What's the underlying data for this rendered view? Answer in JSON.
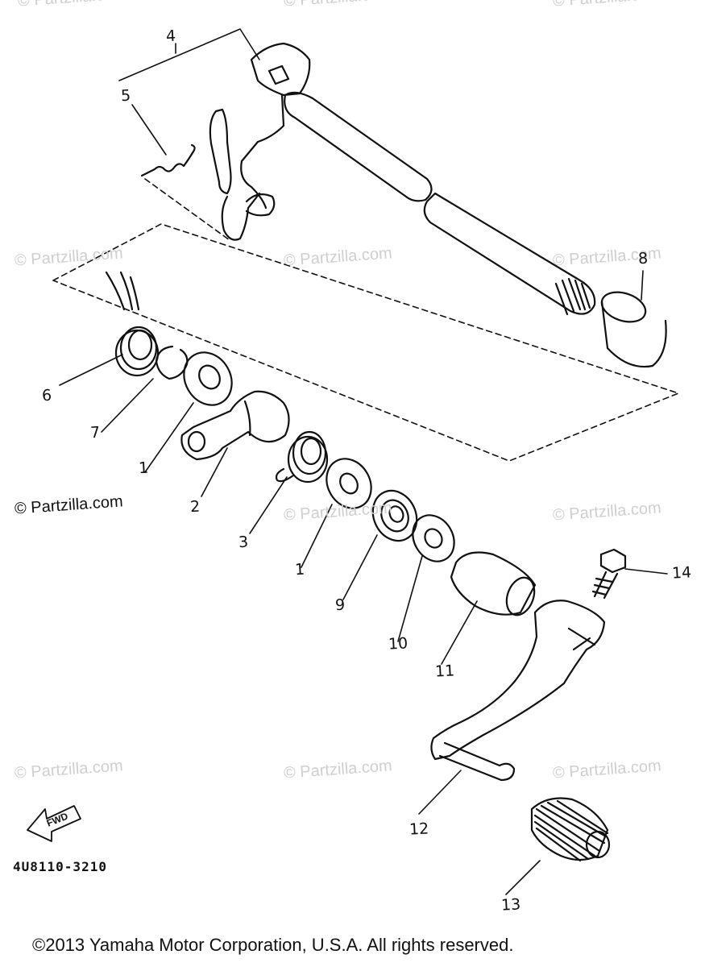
{
  "diagram": {
    "part_labels": [
      "4",
      "5",
      "8",
      "6",
      "7",
      "1",
      "2",
      "3",
      "1",
      "9",
      "10",
      "11",
      "14",
      "12",
      "13"
    ],
    "diagram_code": "4U8110-3210",
    "forward_mark": "FWD",
    "site_copyright": "© Partzilla.com",
    "copyright": "©2013 Yamaha Motor Corporation, U.S.A. All rights reserved.",
    "watermark_text": "© Partzilla.com"
  }
}
